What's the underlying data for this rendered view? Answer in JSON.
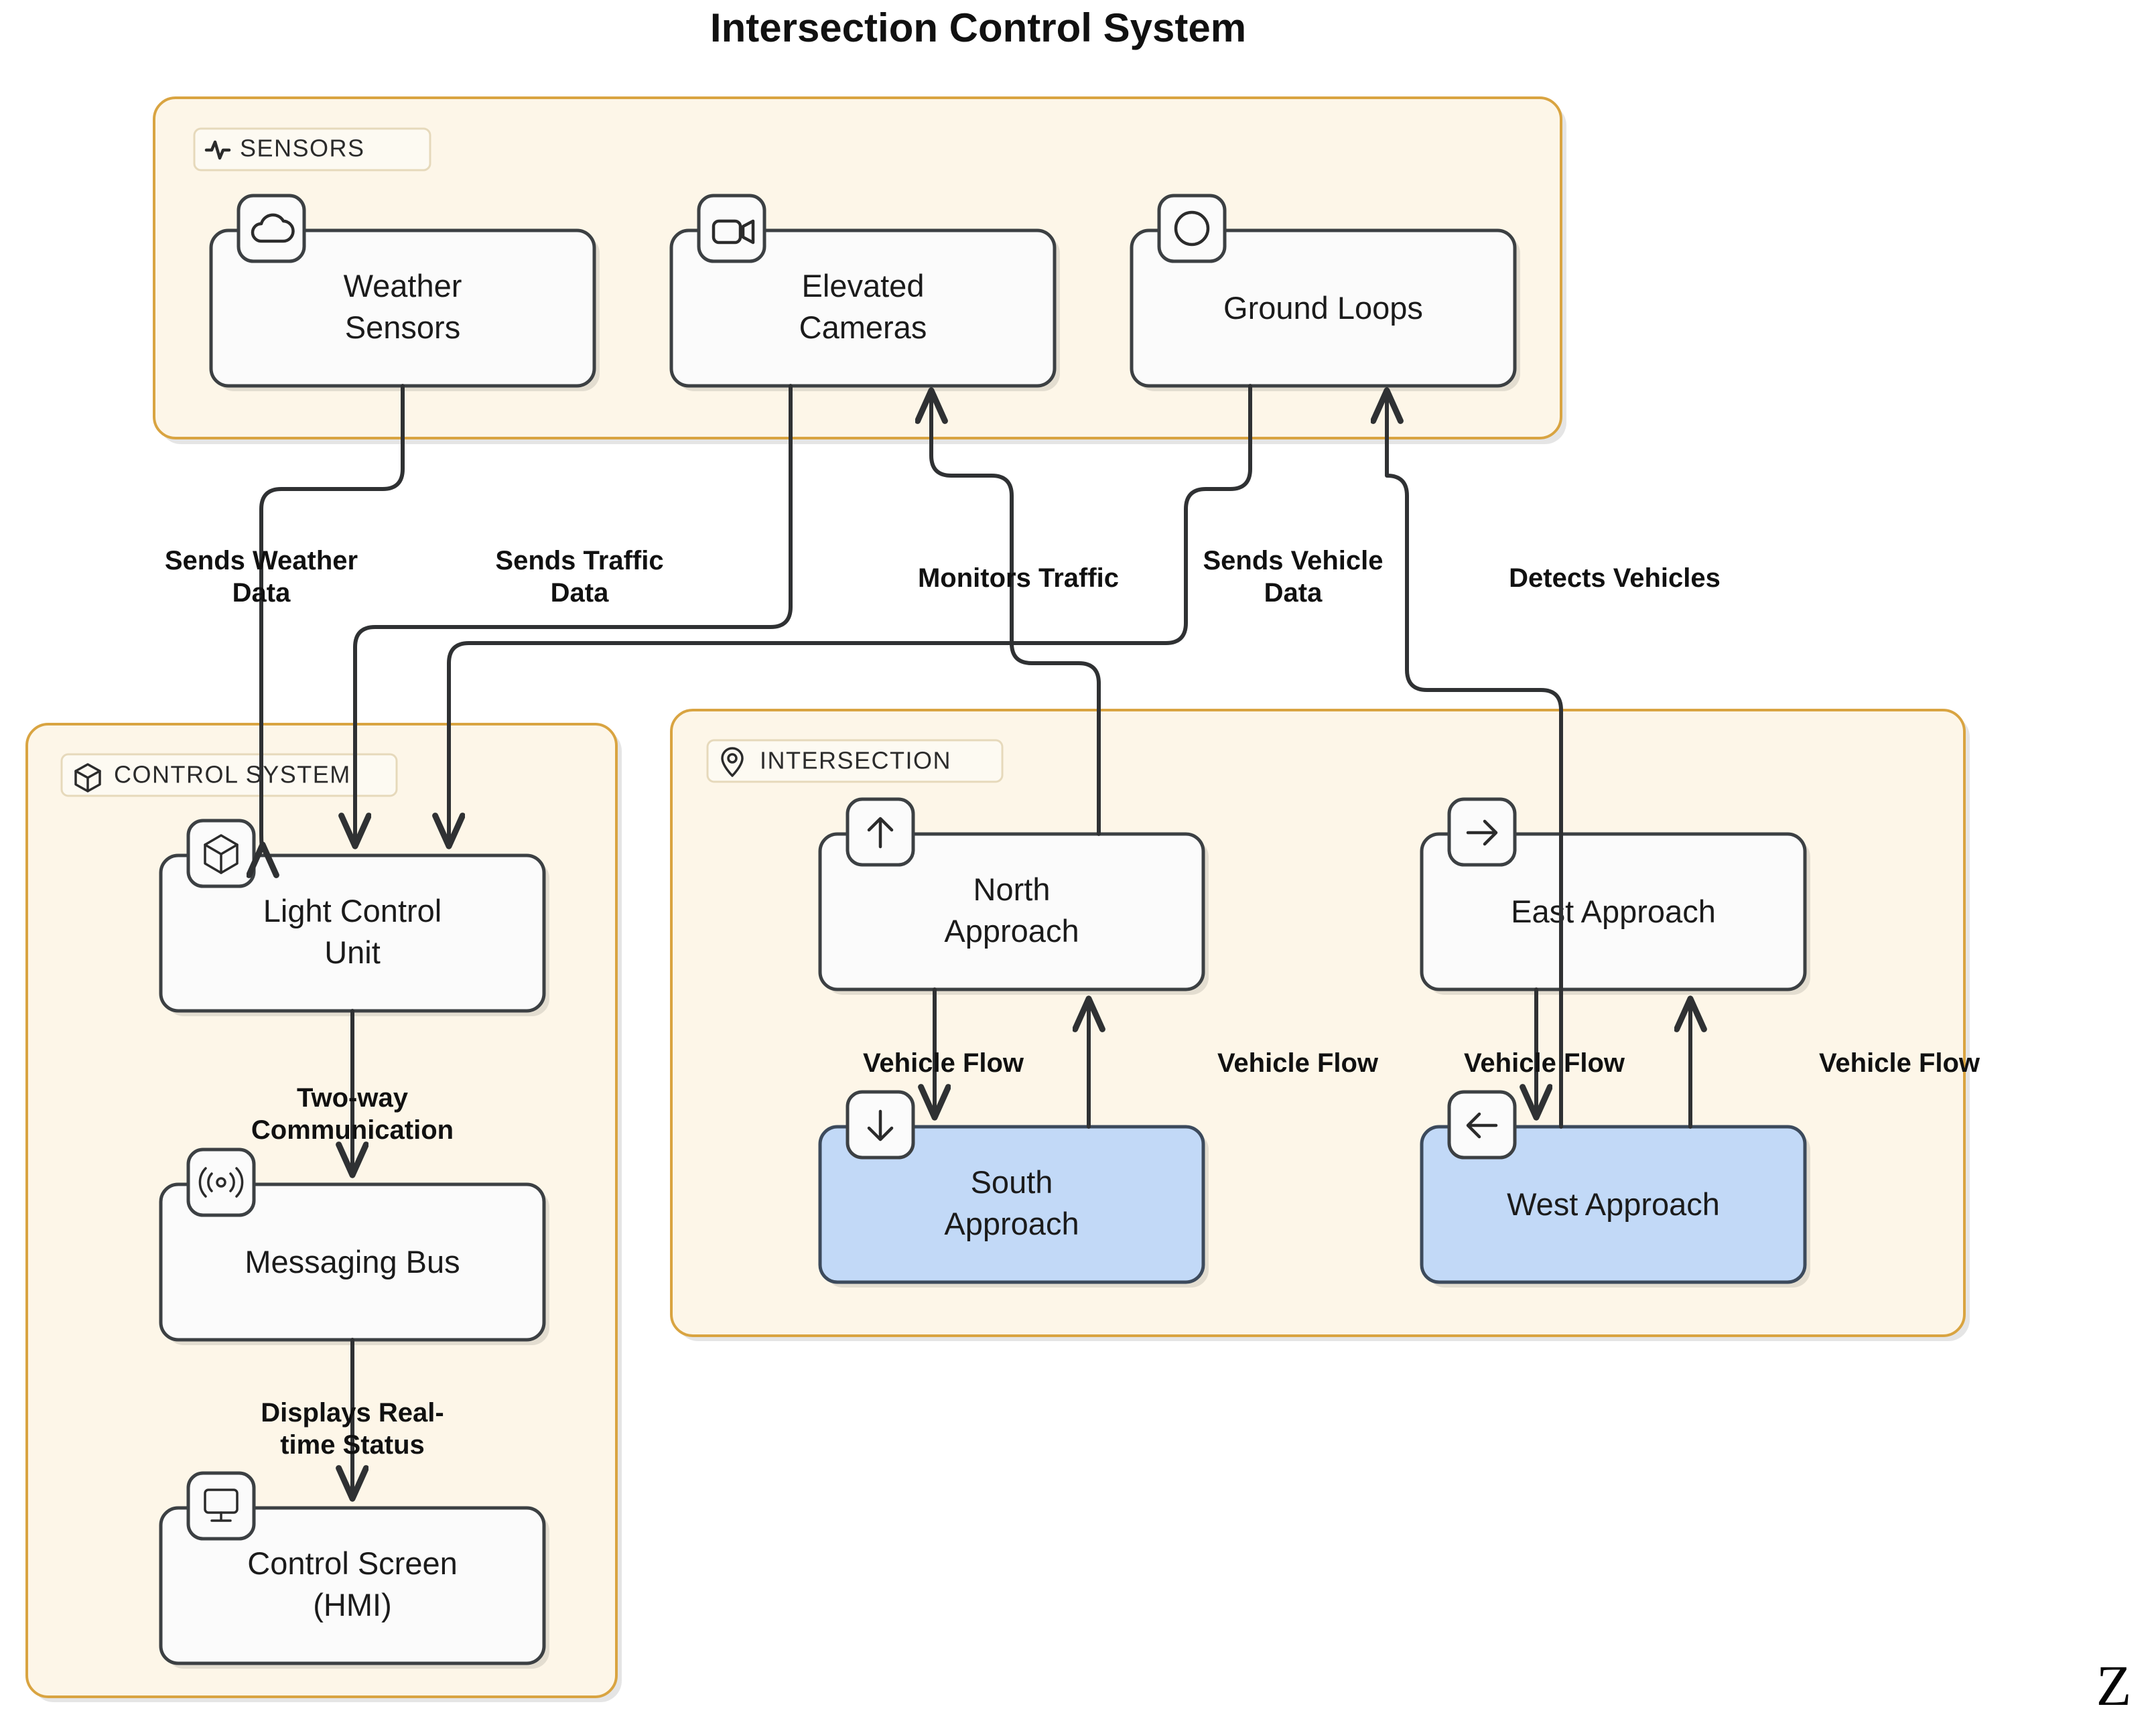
{
  "title": "Intersection Control System",
  "watermark": "Z",
  "colors": {
    "group_border": "#d9a441",
    "group_fill": "#fdf6e8",
    "node_fill": "#fbfbfb",
    "node_stroke": "#3c4043",
    "accent_node_fill": "#c2d9f7",
    "edge_stroke": "#2f3133",
    "text": "#111111",
    "canvas": "#ffffff"
  },
  "groups": [
    {
      "id": "sensors",
      "label": "SENSORS",
      "icon": "activity-pulse-icon"
    },
    {
      "id": "control-system",
      "label": "CONTROL SYSTEM",
      "icon": "cube-icon"
    },
    {
      "id": "intersection",
      "label": "INTERSECTION",
      "icon": "map-pin-icon"
    }
  ],
  "nodes": [
    {
      "id": "weather-sensors",
      "label_lines": [
        "Weather",
        "Sensors"
      ],
      "icon": "cloud-icon",
      "group": "sensors",
      "highlighted": false
    },
    {
      "id": "elevated-cameras",
      "label_lines": [
        "Elevated",
        "Cameras"
      ],
      "icon": "video-camera-icon",
      "group": "sensors",
      "highlighted": false
    },
    {
      "id": "ground-loops",
      "label_lines": [
        "Ground Loops"
      ],
      "icon": "circle-icon",
      "group": "sensors",
      "highlighted": false
    },
    {
      "id": "light-control-unit",
      "label_lines": [
        "Light Control",
        "Unit"
      ],
      "icon": "cube-icon",
      "group": "control-system",
      "highlighted": false
    },
    {
      "id": "messaging-bus",
      "label_lines": [
        "Messaging Bus"
      ],
      "icon": "broadcast-icon",
      "group": "control-system",
      "highlighted": false
    },
    {
      "id": "control-screen-hmi",
      "label_lines": [
        "Control Screen",
        "(HMI)"
      ],
      "icon": "monitor-icon",
      "group": "control-system",
      "highlighted": false
    },
    {
      "id": "north-approach",
      "label_lines": [
        "North",
        "Approach"
      ],
      "icon": "arrow-up-icon",
      "group": "intersection",
      "highlighted": false
    },
    {
      "id": "south-approach",
      "label_lines": [
        "South",
        "Approach"
      ],
      "icon": "arrow-down-icon",
      "group": "intersection",
      "highlighted": true
    },
    {
      "id": "east-approach",
      "label_lines": [
        "East Approach"
      ],
      "icon": "arrow-right-icon",
      "group": "intersection",
      "highlighted": false
    },
    {
      "id": "west-approach",
      "label_lines": [
        "West Approach"
      ],
      "icon": "arrow-left-icon",
      "group": "intersection",
      "highlighted": true
    }
  ],
  "edges": [
    {
      "id": "e1",
      "from": "weather-sensors",
      "to": "light-control-unit",
      "label_lines": [
        "Sends Weather",
        "Data"
      ]
    },
    {
      "id": "e2",
      "from": "elevated-cameras",
      "to": "light-control-unit",
      "label_lines": [
        "Sends Traffic",
        "Data"
      ]
    },
    {
      "id": "e3",
      "from": "north-approach",
      "to": "elevated-cameras",
      "label_lines": [
        "Monitors Traffic"
      ]
    },
    {
      "id": "e4",
      "from": "ground-loops",
      "to": "light-control-unit",
      "label_lines": [
        "Sends Vehicle",
        "Data"
      ]
    },
    {
      "id": "e5",
      "from": "west-approach",
      "to": "ground-loops",
      "label_lines": [
        "Detects Vehicles"
      ]
    },
    {
      "id": "e6",
      "from": "light-control-unit",
      "to": "messaging-bus",
      "label_lines": [
        "Two-way",
        "Communication"
      ]
    },
    {
      "id": "e7",
      "from": "messaging-bus",
      "to": "control-screen-hmi",
      "label_lines": [
        "Displays Real-",
        "time Status"
      ]
    },
    {
      "id": "e8",
      "from": "north-approach",
      "to": "south-approach",
      "label_lines": [
        "Vehicle Flow"
      ]
    },
    {
      "id": "e9",
      "from": "south-approach",
      "to": "north-approach",
      "label_lines": [
        "Vehicle Flow"
      ]
    },
    {
      "id": "e10",
      "from": "east-approach",
      "to": "west-approach",
      "label_lines": [
        "Vehicle Flow"
      ]
    },
    {
      "id": "e11",
      "from": "west-approach",
      "to": "east-approach",
      "label_lines": [
        "Vehicle Flow"
      ]
    }
  ]
}
